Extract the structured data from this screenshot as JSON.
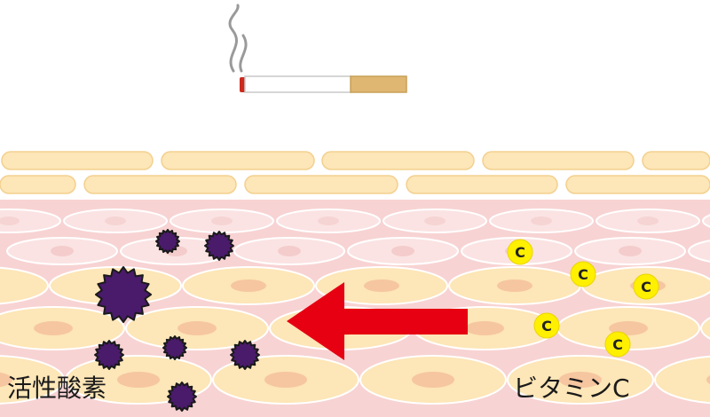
{
  "labels": {
    "free_radicals": "活性酸素",
    "vitamin_c": "ビタミンC"
  },
  "vitamin_symbol": "C",
  "colors": {
    "cell_fill": "#fde6b7",
    "cell_stroke": "#f3d08f",
    "tissue_bg": "#f8d3d3",
    "upper_cell": "#fbe3e3",
    "nucleus": "#f6c6a0",
    "radical": "#4a1a6b",
    "radical_edge": "#1a1a1a",
    "vitamin": "#ffef00",
    "arrow": "#e60012",
    "cigarette_filter": "#dfb772",
    "cigarette_ember": "#cc2a1e",
    "smoke": "#9a9a9a"
  }
}
